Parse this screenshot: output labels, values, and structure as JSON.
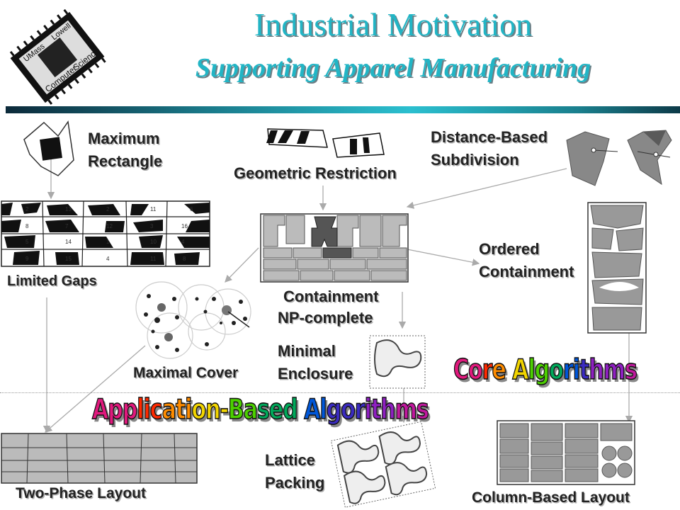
{
  "slide": {
    "title": "Industrial Motivation",
    "subtitle": "Supporting Apparel Manufacturing",
    "logo_text": {
      "left": "UMass",
      "right": "Lowell",
      "bottom_left": "Computer",
      "bottom_right": "Science"
    }
  },
  "labels": {
    "maximum_rectangle": [
      "Maximum",
      "Rectangle"
    ],
    "geometric_restriction": "Geometric Restriction",
    "distance_based_subdivision": [
      "Distance-Based",
      "Subdivision"
    ],
    "limited_gaps": "Limited Gaps",
    "containment": "Containment",
    "np_complete": "NP-complete",
    "ordered_containment": [
      "Ordered",
      "Containment"
    ],
    "maximal_cover": "Maximal Cover",
    "minimal_enclosure": [
      "Minimal",
      "Enclosure"
    ],
    "core_algorithms": "Core Algorithms",
    "application_based_algorithms": "Application-Based Algorithms",
    "two_phase_layout": "Two-Phase Layout",
    "lattice_packing": [
      "Lattice",
      "Packing"
    ],
    "column_based_layout": "Column-Based Layout"
  },
  "colors": {
    "title": "#22b5c5",
    "title_shadow": "#6b7f86",
    "label": "#222222",
    "arrow": "#aaaaaa"
  },
  "rainbow": [
    "#e0197d",
    "#ff2a00",
    "#ff8c00",
    "#f2d500",
    "#4cd000",
    "#00a85a",
    "#0057d9",
    "#3a2bc0",
    "#8e20c0",
    "#c0189e"
  ],
  "sequence_numbers": [
    "2",
    "13",
    "2",
    "11",
    "8",
    "7",
    "12",
    "3",
    "16",
    "5",
    "14",
    "1",
    "10",
    "4",
    "9",
    "15",
    "4",
    "11",
    "8",
    "6"
  ]
}
